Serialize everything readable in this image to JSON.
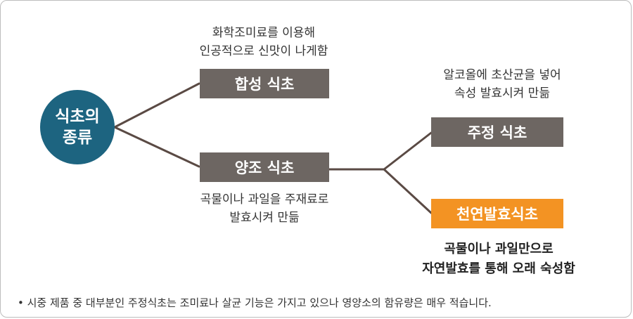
{
  "root": {
    "line1": "식초의",
    "line2": "종류"
  },
  "synthetic": {
    "label": "합성 식초",
    "desc_line1": "화학조미료를 이용해",
    "desc_line2": "인공적으로 신맛이 나게함"
  },
  "brewed": {
    "label": "양조 식초",
    "desc_line1": "곡물이나 과일을 주재료로",
    "desc_line2": "발효시켜 만듦"
  },
  "alcohol": {
    "label": "주정 식초",
    "desc_line1": "알코올에 초산균을 넣어",
    "desc_line2": "속성 발효시켜 만듦"
  },
  "natural": {
    "label": "천연발효식초",
    "desc_line1": "곡물이나 과일만으로",
    "desc_line2": "자연발효를 통해 오래 숙성함"
  },
  "footnote": "• 시중 제품 중 대부분인 주정식초는 조미료나 살균 기능은 가지고 있으나 영양소의 함유량은 매우 적습니다.",
  "colors": {
    "root_fill": "#1d6480",
    "box_fill": "#6d6662",
    "highlight_fill": "#f39323",
    "connector": "#5a4a44"
  }
}
